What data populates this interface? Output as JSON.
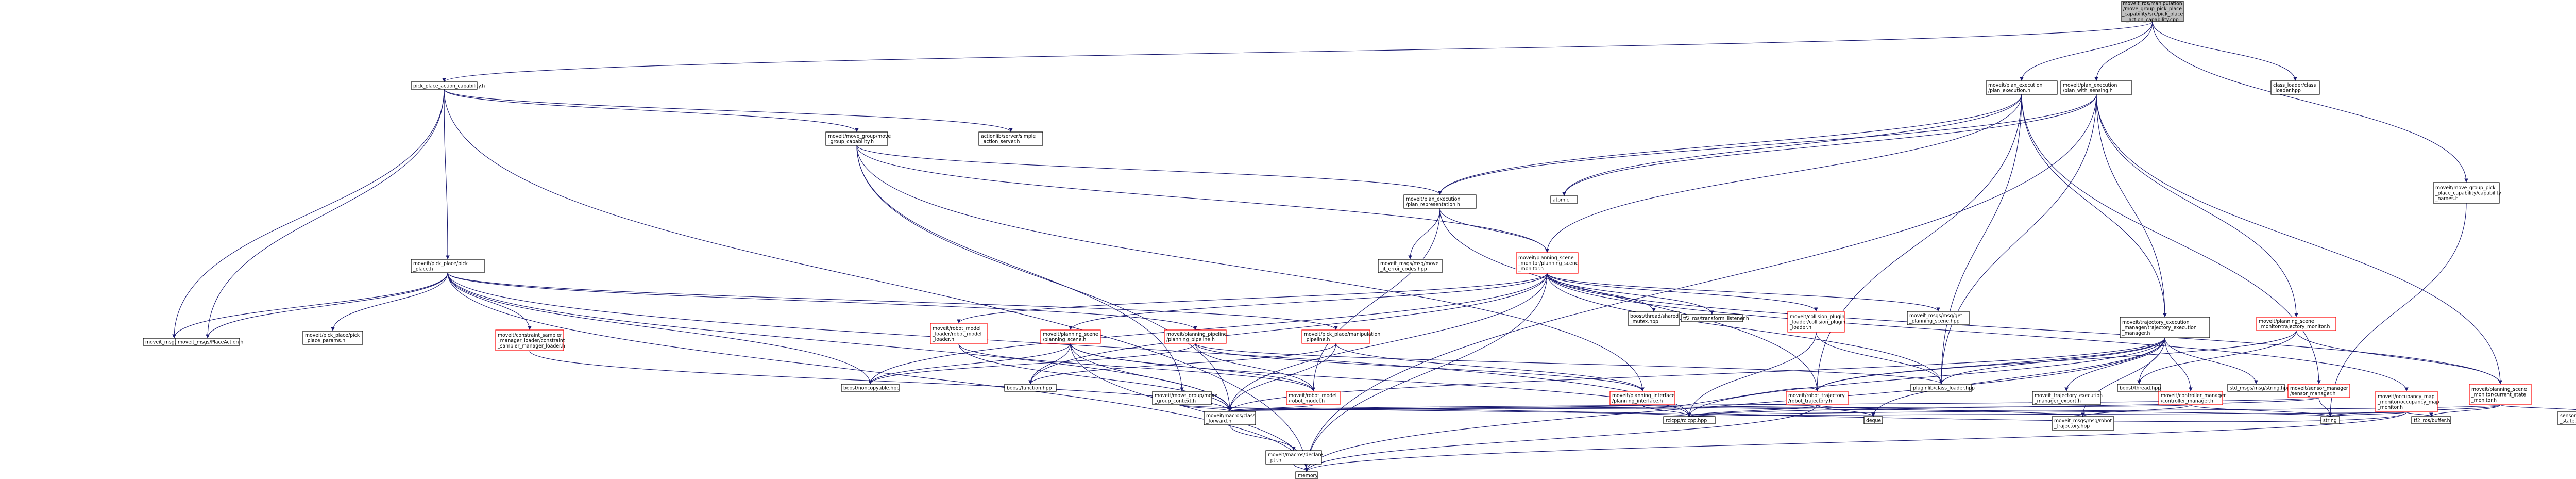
{
  "colors": {
    "edge": "#191970",
    "node_border": "#000000",
    "red_border": "#ff0000",
    "root_fill": "#bfbfbf",
    "background": "#ffffff"
  },
  "nodes": [
    {
      "id": "root",
      "lines": [
        "moveit_ros/manipulation",
        "/move_group_pick_place",
        "_capability/src/pick_place",
        "_action_capability.cpp"
      ],
      "style": "root"
    },
    {
      "id": "ppac",
      "lines": [
        "pick_place_action_capability.h"
      ],
      "style": "normal"
    },
    {
      "id": "cll",
      "lines": [
        "class_loader/class",
        "_loader.hpp"
      ],
      "style": "normal"
    },
    {
      "id": "pe",
      "lines": [
        "moveit/plan_execution",
        "/plan_execution.h"
      ],
      "style": "normal"
    },
    {
      "id": "pews",
      "lines": [
        "moveit/plan_execution",
        "/plan_with_sensing.h"
      ],
      "style": "normal"
    },
    {
      "id": "mgmc",
      "lines": [
        "moveit/move_group/move",
        "_group_capability.h"
      ],
      "style": "normal"
    },
    {
      "id": "sas",
      "lines": [
        "actionlib/server/simple",
        "_action_server.h"
      ],
      "style": "normal"
    },
    {
      "id": "mgppc",
      "lines": [
        "moveit/move_group_pick",
        "_place_capability/capability",
        "_names.h"
      ],
      "style": "normal"
    },
    {
      "id": "atomic",
      "lines": [
        "atomic"
      ],
      "style": "normal"
    },
    {
      "id": "prep",
      "lines": [
        "moveit/plan_execution",
        "/plan_representation.h"
      ],
      "style": "normal"
    },
    {
      "id": "ppk",
      "lines": [
        "moveit/pick_place/pick",
        "_place.h"
      ],
      "style": "normal"
    },
    {
      "id": "mec",
      "lines": [
        "moveit_msgs/msg/move",
        "_it_error_codes.hpp"
      ],
      "style": "normal"
    },
    {
      "id": "psm",
      "lines": [
        "moveit/planning_scene",
        "_monitor/planning_scene",
        "_monitor.h"
      ],
      "style": "red"
    },
    {
      "id": "bsm",
      "lines": [
        "boost/thread/shared",
        "_mutex.hpp"
      ],
      "style": "normal"
    },
    {
      "id": "tf2l",
      "lines": [
        "tf2_ros/transform_listener.h"
      ],
      "style": "normal"
    },
    {
      "id": "cpl",
      "lines": [
        "moveit/collision_plugin",
        "_loader/collision_plugin",
        "_loader.h"
      ],
      "style": "red"
    },
    {
      "id": "mpscene",
      "lines": [
        "moveit_msgs/msg/get",
        "_planning_scene.hpp"
      ],
      "style": "normal"
    },
    {
      "id": "tem",
      "lines": [
        "moveit/trajectory_execution",
        "_manager/trajectory_execution",
        "_manager.h"
      ],
      "style": "normal"
    },
    {
      "id": "tmon",
      "lines": [
        "moveit/planning_scene",
        "_monitor/trajectory_monitor.h"
      ],
      "style": "red"
    },
    {
      "id": "mppa",
      "lines": [
        "moveit_msgs/PickupAction.h"
      ],
      "style": "normal"
    },
    {
      "id": "mpla",
      "lines": [
        "moveit_msgs/PlaceAction.h"
      ],
      "style": "normal"
    },
    {
      "id": "ppparams",
      "lines": [
        "moveit/pick_place/pick",
        "_place_params.h"
      ],
      "style": "normal"
    },
    {
      "id": "csml",
      "lines": [
        "moveit/constraint_sampler",
        "_manager_loader/constraint",
        "_sampler_manager_loader.h"
      ],
      "style": "red"
    },
    {
      "id": "rml",
      "lines": [
        "moveit/robot_model",
        "_loader/robot_model",
        "_loader.h"
      ],
      "style": "red"
    },
    {
      "id": "ps",
      "lines": [
        "moveit/planning_scene",
        "/planning_scene.h"
      ],
      "style": "red"
    },
    {
      "id": "pp",
      "lines": [
        "moveit/planning_pipeline",
        "/planning_pipeline.h"
      ],
      "style": "red"
    },
    {
      "id": "mpmp",
      "lines": [
        "moveit/pick_place/manipulation",
        "_pipeline.h"
      ],
      "style": "red"
    },
    {
      "id": "bnc",
      "lines": [
        "boost/noncopyable.hpp"
      ],
      "style": "normal"
    },
    {
      "id": "bfunc",
      "lines": [
        "boost/function.hpp"
      ],
      "style": "normal"
    },
    {
      "id": "mgmgc",
      "lines": [
        "moveit/move_group/move",
        "_group_context.h"
      ],
      "style": "normal"
    },
    {
      "id": "rmodel",
      "lines": [
        "moveit/robot_model",
        "/robot_model.h"
      ],
      "style": "red"
    },
    {
      "id": "pif",
      "lines": [
        "moveit/planning_interface",
        "/planning_interface.h"
      ],
      "style": "red"
    },
    {
      "id": "rtraj",
      "lines": [
        "moveit/robot_trajectory",
        "/robot_trajectory.h"
      ],
      "style": "red"
    },
    {
      "id": "pcl",
      "lines": [
        "pluginlib/class_loader.hpp"
      ],
      "style": "normal"
    },
    {
      "id": "temexp",
      "lines": [
        "moveit_trajectory_execution",
        "_manager_export.h"
      ],
      "style": "normal"
    },
    {
      "id": "bthread",
      "lines": [
        "boost/thread.hpp"
      ],
      "style": "normal"
    },
    {
      "id": "cmgr",
      "lines": [
        "moveit/controller_manager",
        "/controller_manager.h"
      ],
      "style": "red"
    },
    {
      "id": "stdstr",
      "lines": [
        "std_msgs/msg/string.hpp"
      ],
      "style": "normal"
    },
    {
      "id": "smgr",
      "lines": [
        "moveit/sensor_manager",
        "/sensor_manager.h"
      ],
      "style": "red"
    },
    {
      "id": "occ",
      "lines": [
        "moveit/occupancy_map",
        "_monitor/occupancy_map",
        "_monitor.h"
      ],
      "style": "red"
    },
    {
      "id": "csm",
      "lines": [
        "moveit/planning_scene",
        "_monitor/current_state",
        "_monitor.h"
      ],
      "style": "red"
    },
    {
      "id": "mcf",
      "lines": [
        "moveit/macros/class",
        "_forward.h"
      ],
      "style": "normal"
    },
    {
      "id": "rclcpp",
      "lines": [
        "rclcpp/rclcpp.hpp"
      ],
      "style": "normal"
    },
    {
      "id": "deque",
      "lines": [
        "deque"
      ],
      "style": "normal"
    },
    {
      "id": "mrt",
      "lines": [
        "moveit_msgs/msg/robot",
        "_trajectory.hpp"
      ],
      "style": "normal"
    },
    {
      "id": "string",
      "lines": [
        "string"
      ],
      "style": "normal"
    },
    {
      "id": "tf2buf",
      "lines": [
        "tf2_ros/buffer.h"
      ],
      "style": "normal"
    },
    {
      "id": "jstate",
      "lines": [
        "sensor_msgs/msg/joint",
        "_state.hpp"
      ],
      "style": "normal"
    },
    {
      "id": "mdecl",
      "lines": [
        "moveit/macros/declare",
        "_ptr.h"
      ],
      "style": "normal"
    },
    {
      "id": "memory",
      "lines": [
        "memory"
      ],
      "style": "normal"
    }
  ],
  "edges": [
    [
      "root",
      "ppac"
    ],
    [
      "root",
      "cll"
    ],
    [
      "root",
      "pe"
    ],
    [
      "root",
      "pews"
    ],
    [
      "root",
      "mgppc"
    ],
    [
      "ppac",
      "mgmc"
    ],
    [
      "ppac",
      "sas"
    ],
    [
      "ppac",
      "ppk"
    ],
    [
      "ppac",
      "mppa"
    ],
    [
      "ppac",
      "mpla"
    ],
    [
      "ppac",
      "memory"
    ],
    [
      "mgmc",
      "mcf"
    ],
    [
      "mgmc",
      "mgmgc"
    ],
    [
      "mgmc",
      "psm"
    ],
    [
      "mgmc",
      "prep"
    ],
    [
      "mgmc",
      "pif"
    ],
    [
      "pe",
      "prep"
    ],
    [
      "pe",
      "atomic"
    ],
    [
      "pe",
      "psm"
    ],
    [
      "pe",
      "tem"
    ],
    [
      "pe",
      "smgr"
    ],
    [
      "pe",
      "pcl"
    ],
    [
      "pe",
      "rtraj"
    ],
    [
      "pews",
      "prep"
    ],
    [
      "pews",
      "tem"
    ],
    [
      "pews",
      "tmon"
    ],
    [
      "pews",
      "atomic"
    ],
    [
      "pews",
      "csm"
    ],
    [
      "pews",
      "pcl"
    ],
    [
      "pews",
      "memory"
    ],
    [
      "prep",
      "psm"
    ],
    [
      "prep",
      "mec"
    ],
    [
      "prep",
      "rtraj"
    ],
    [
      "prep",
      "rmodel"
    ],
    [
      "psm",
      "bsm"
    ],
    [
      "psm",
      "tf2l"
    ],
    [
      "psm",
      "cpl"
    ],
    [
      "psm",
      "mpscene"
    ],
    [
      "psm",
      "rml"
    ],
    [
      "psm",
      "ps"
    ],
    [
      "psm",
      "bnc"
    ],
    [
      "psm",
      "bfunc"
    ],
    [
      "psm",
      "occ"
    ],
    [
      "psm",
      "csm"
    ],
    [
      "psm",
      "pcl"
    ],
    [
      "psm",
      "mcf"
    ],
    [
      "psm",
      "memory"
    ],
    [
      "ppk",
      "mppa"
    ],
    [
      "ppk",
      "mpla"
    ],
    [
      "ppk",
      "ppparams"
    ],
    [
      "ppk",
      "csml"
    ],
    [
      "ppk",
      "pp"
    ],
    [
      "ppk",
      "mpmp"
    ],
    [
      "ppk",
      "bnc"
    ],
    [
      "ppk",
      "mcf"
    ],
    [
      "ppk",
      "memory"
    ],
    [
      "ppk",
      "rclcpp"
    ],
    [
      "tem",
      "rtraj"
    ],
    [
      "tem",
      "cmgr"
    ],
    [
      "tem",
      "temexp"
    ],
    [
      "tem",
      "bthread"
    ],
    [
      "tem",
      "stdstr"
    ],
    [
      "tem",
      "pcl"
    ],
    [
      "tem",
      "deque"
    ],
    [
      "tem",
      "mrt"
    ],
    [
      "tem",
      "mcf"
    ],
    [
      "tem",
      "rclcpp"
    ],
    [
      "tem",
      "memory"
    ],
    [
      "tmon",
      "csm"
    ],
    [
      "tmon",
      "rtraj"
    ],
    [
      "tmon",
      "bthread"
    ],
    [
      "csml",
      "mcf"
    ],
    [
      "rml",
      "rmodel"
    ],
    [
      "rml",
      "mcf"
    ],
    [
      "ps",
      "bnc"
    ],
    [
      "ps",
      "bfunc"
    ],
    [
      "ps",
      "rmodel"
    ],
    [
      "ps",
      "mcf"
    ],
    [
      "ps",
      "rclcpp"
    ],
    [
      "ps",
      "memory"
    ],
    [
      "pp",
      "pif"
    ],
    [
      "pp",
      "bnc"
    ],
    [
      "pp",
      "pcl"
    ],
    [
      "pp",
      "rmodel"
    ],
    [
      "mpmp",
      "pif"
    ],
    [
      "mpmp",
      "bfunc"
    ],
    [
      "mpmp",
      "mcf"
    ],
    [
      "mgmgc",
      "mcf"
    ],
    [
      "mgmgc",
      "rclcpp"
    ],
    [
      "rmodel",
      "mcf"
    ],
    [
      "pif",
      "mcf"
    ],
    [
      "pif",
      "rclcpp"
    ],
    [
      "pif",
      "rtraj"
    ],
    [
      "pif",
      "string"
    ],
    [
      "rtraj",
      "deque"
    ],
    [
      "rtraj",
      "mcf"
    ],
    [
      "rtraj",
      "mrt"
    ],
    [
      "rtraj",
      "memory"
    ],
    [
      "rtraj",
      "rclcpp"
    ],
    [
      "cmgr",
      "mcf"
    ],
    [
      "cmgr",
      "string"
    ],
    [
      "cmgr",
      "mrt"
    ],
    [
      "smgr",
      "mcf"
    ],
    [
      "smgr",
      "string"
    ],
    [
      "smgr",
      "rclcpp"
    ],
    [
      "occ",
      "mcf"
    ],
    [
      "occ",
      "tf2buf"
    ],
    [
      "occ",
      "string"
    ],
    [
      "occ",
      "memory"
    ],
    [
      "occ",
      "rclcpp"
    ],
    [
      "csm",
      "jstate"
    ],
    [
      "csm",
      "tf2buf"
    ],
    [
      "csm",
      "string"
    ],
    [
      "csm",
      "rclcpp"
    ],
    [
      "cpl",
      "pcl"
    ],
    [
      "cpl",
      "rclcpp"
    ],
    [
      "mcf",
      "mdecl"
    ],
    [
      "mdecl",
      "memory"
    ],
    [
      "mgppc",
      "string"
    ]
  ]
}
